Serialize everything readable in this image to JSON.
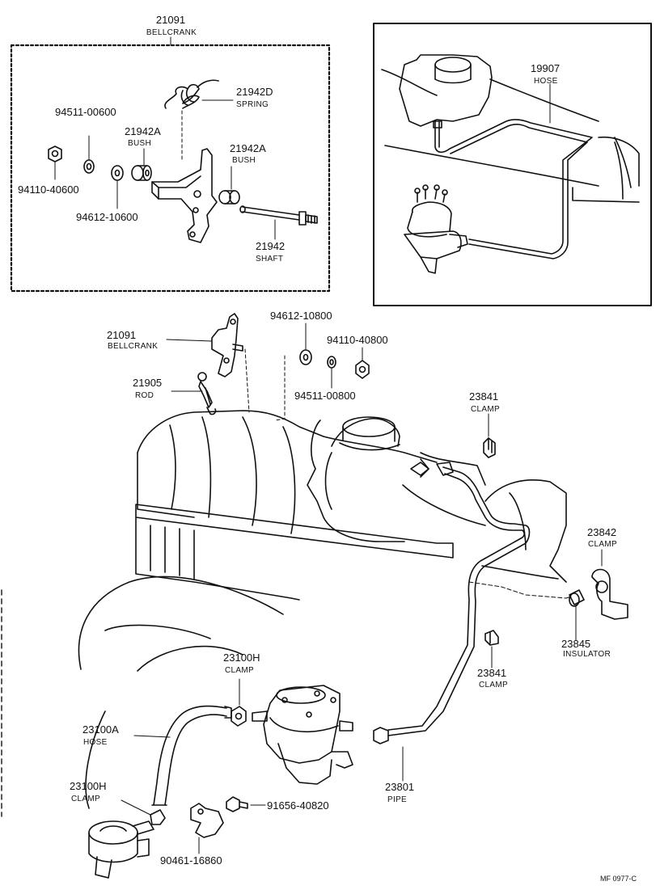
{
  "title_block": {
    "ref": "MF 0977-C"
  },
  "parts": {
    "bellcrank_top": {
      "num": "21091",
      "name": "BELLCRANK"
    },
    "spring": {
      "num": "21942D",
      "name": "SPRING"
    },
    "washer_94511_600": {
      "num": "94511-00600"
    },
    "bush_a1": {
      "num": "21942A",
      "name": "BUSH"
    },
    "bush_a2": {
      "num": "21942A",
      "name": "BUSH"
    },
    "nut_94110_600": {
      "num": "94110-40600"
    },
    "washer_94612_600": {
      "num": "94612-10600"
    },
    "shaft": {
      "num": "21942",
      "name": "SHAFT"
    },
    "hose_19907": {
      "num": "19907",
      "name": "HOSE"
    },
    "washer_94612_800": {
      "num": "94612-10800"
    },
    "bellcrank_mid": {
      "num": "21091",
      "name": "BELLCRANK"
    },
    "nut_94110_800": {
      "num": "94110-40800"
    },
    "rod": {
      "num": "21905",
      "name": "ROD"
    },
    "washer_94511_800": {
      "num": "94511-00800"
    },
    "clamp_23841_top": {
      "num": "23841",
      "name": "CLAMP"
    },
    "clamp_23842": {
      "num": "23842",
      "name": "CLAMP"
    },
    "insulator": {
      "num": "23845",
      "name": "INSULATOR"
    },
    "clamp_23100h_top": {
      "num": "23100H",
      "name": "CLAMP"
    },
    "clamp_23841_bot": {
      "num": "23841",
      "name": "CLAMP"
    },
    "hose_23100a": {
      "num": "23100A",
      "name": "HOSE"
    },
    "pipe": {
      "num": "23801",
      "name": "PIPE"
    },
    "clamp_23100h_bot": {
      "num": "23100H",
      "name": "CLAMP"
    },
    "bolt_91656": {
      "num": "91656-40820"
    },
    "clip_90461": {
      "num": "90461-16860"
    }
  }
}
